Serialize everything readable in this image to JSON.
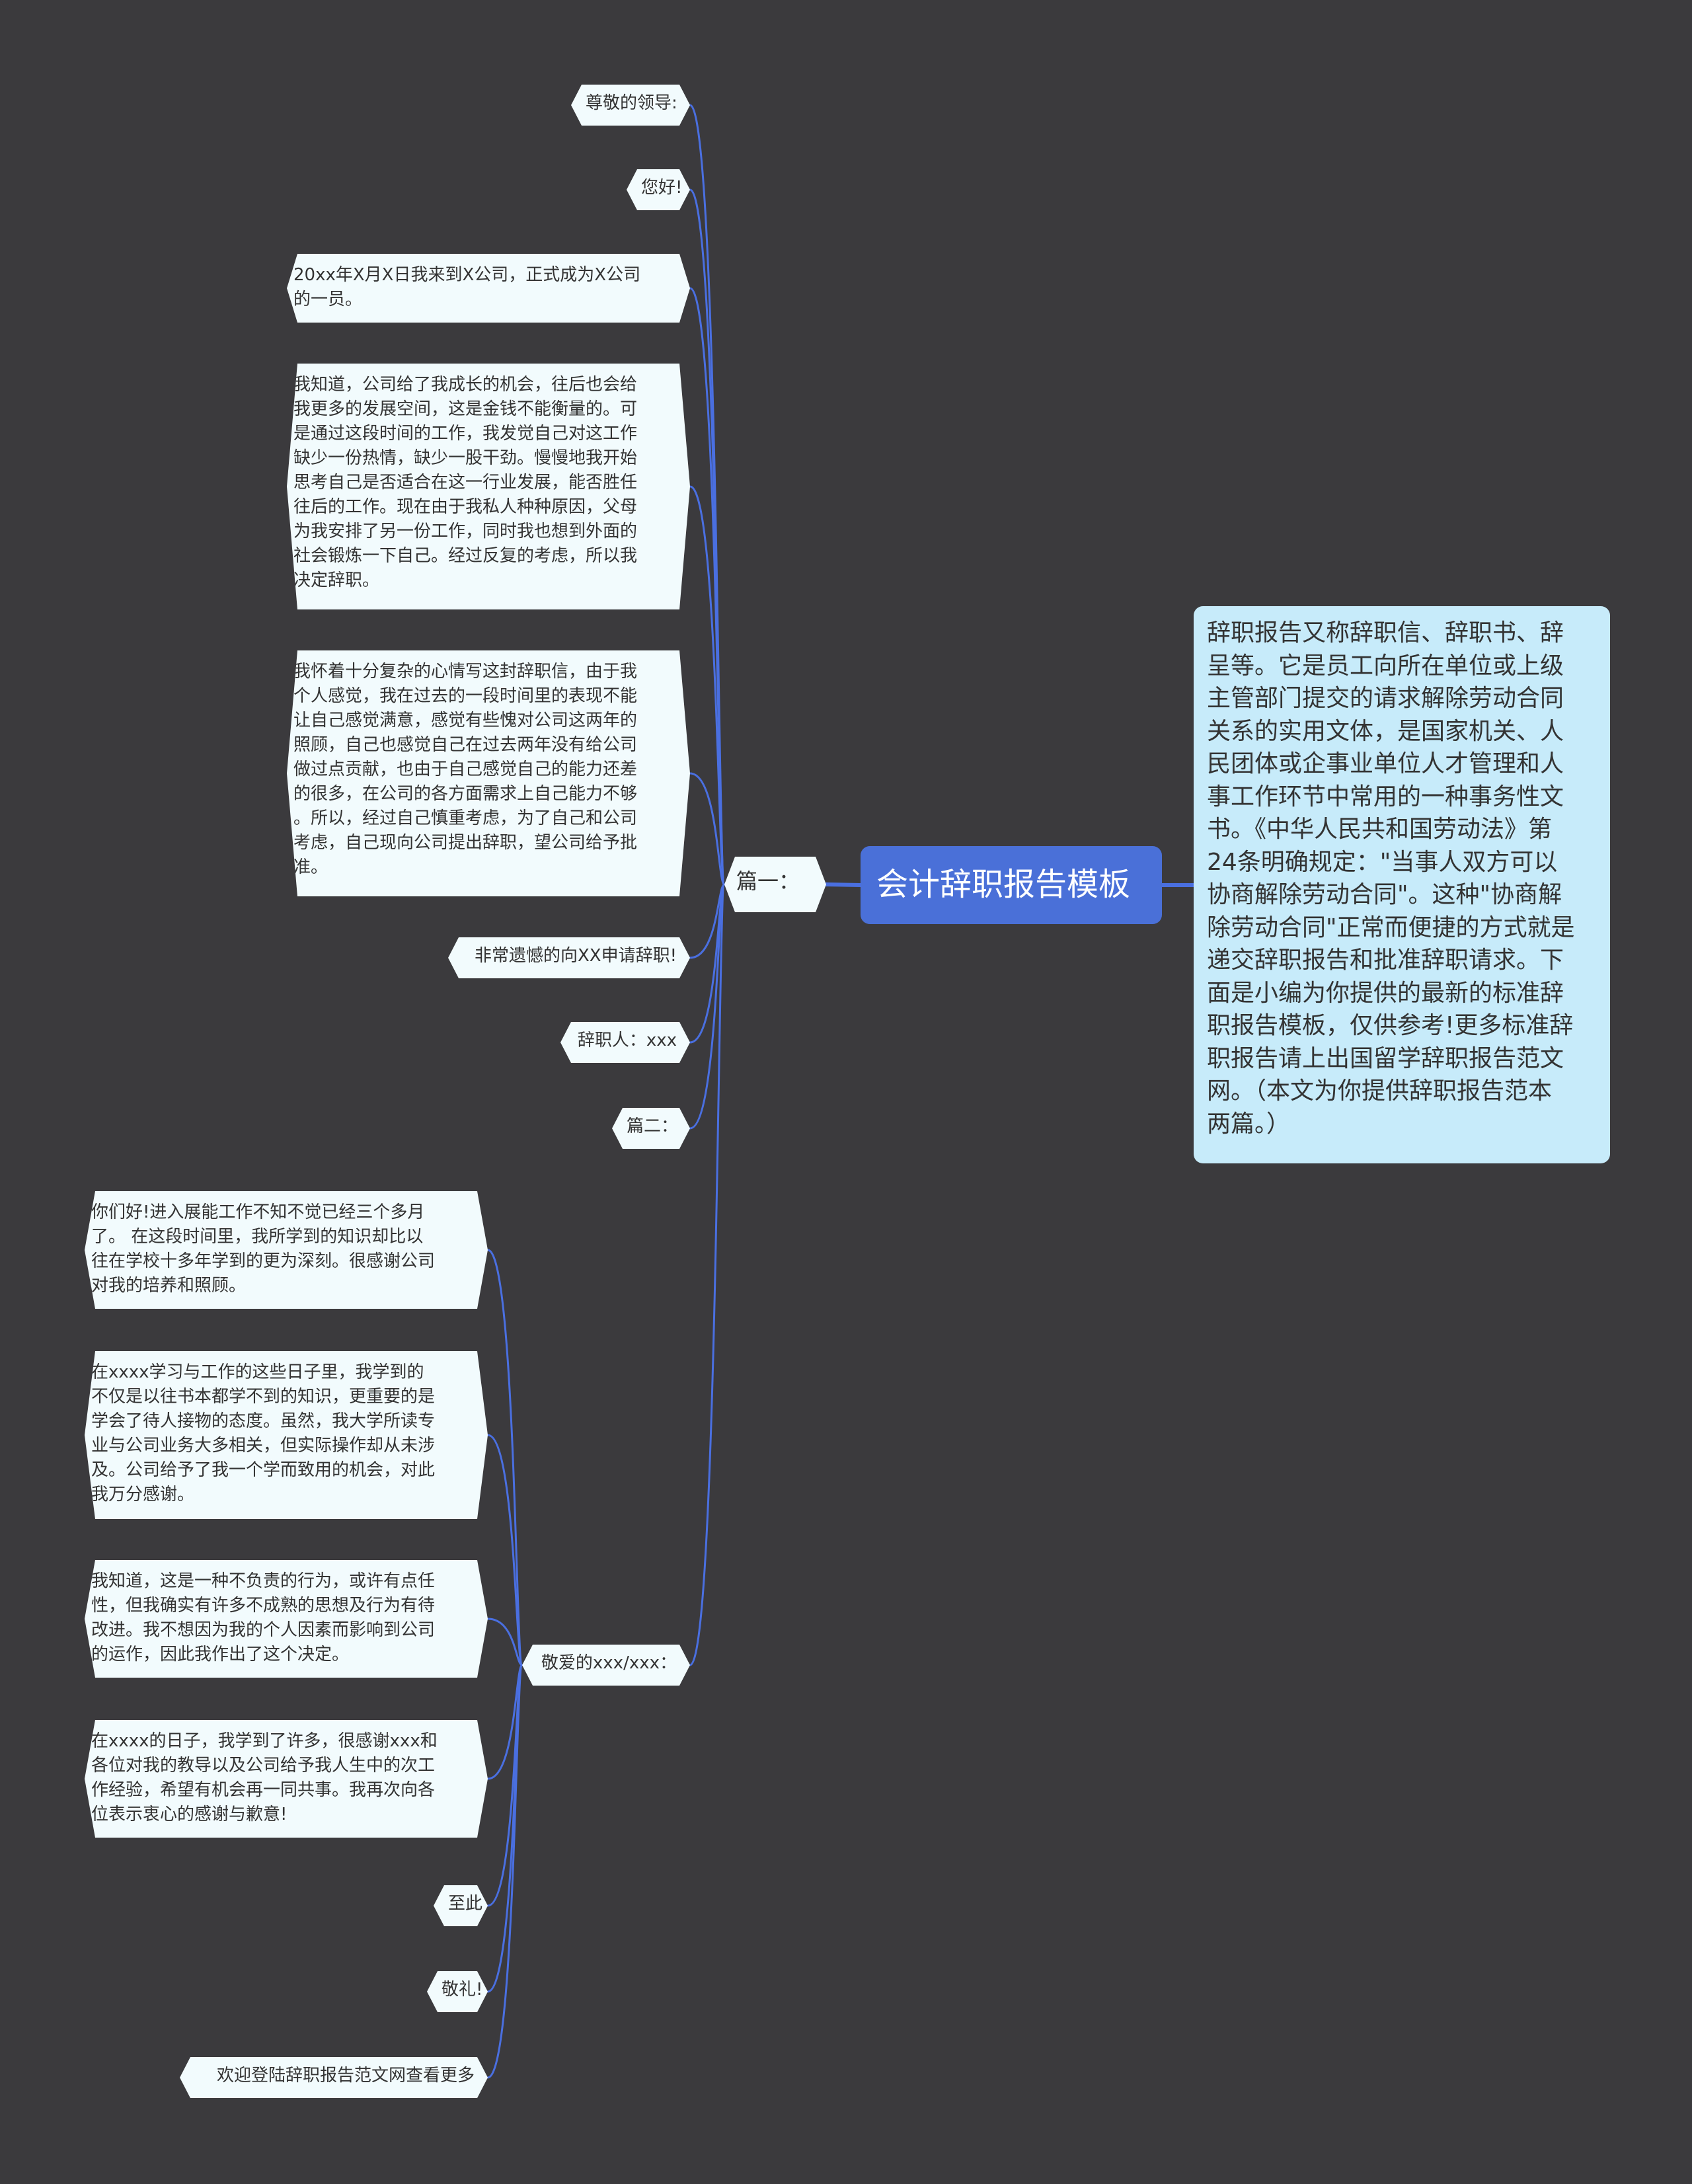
{
  "colors": {
    "background": "#3b3a3d",
    "center": "#4a70d8",
    "summary": "#c7ebfa",
    "node": "#f2fbfd",
    "line": "#4a6fe0"
  },
  "root": {
    "title": "会计辞职报告模板"
  },
  "summary": {
    "lines": [
      "辞职报告又称辞职信、辞职书、辞",
      "呈等。它是员工向所在单位或上级",
      "主管部门提交的请求解除劳动合同",
      "关系的实用文体，是国家机关、人",
      "民团体或企事业单位人才管理和人",
      "事工作环节中常用的一种事务性文",
      "书。《中华人民共和国劳动法》第",
      "24条明确规定：\"当事人双方可以",
      "协商解除劳动合同\"。这种\"协商解",
      "除劳动合同\"正常而便捷的方式就是",
      "递交辞职报告和批准辞职请求。下",
      "面是小编为你提供的最新的标准辞",
      "职报告模板，仅供参考!更多标准辞",
      "职报告请上出国留学辞职报告范文",
      "网。（本文为你提供辞职报告范本",
      "两篇。）"
    ]
  },
  "branch": {
    "label": "篇一：",
    "children": [
      {
        "lines": [
          "尊敬的领导:"
        ]
      },
      {
        "lines": [
          "您好!"
        ]
      },
      {
        "lines": [
          "20xx年X月X日我来到X公司，正式成为X公司",
          "的一员。"
        ]
      },
      {
        "lines": [
          "我知道，公司给了我成长的机会，往后也会给",
          "我更多的发展空间，这是金钱不能衡量的。可",
          "是通过这段时间的工作，我发觉自己对这工作",
          "缺少一份热情，缺少一股干劲。慢慢地我开始",
          "思考自己是否适合在这一行业发展，能否胜任",
          "往后的工作。现在由于我私人种种原因，父母",
          "为我安排了另一份工作，同时我也想到外面的",
          "社会锻炼一下自己。经过反复的考虑，所以我",
          "决定辞职。"
        ]
      },
      {
        "lines": [
          "我怀着十分复杂的心情写这封辞职信，由于我",
          "个人感觉，我在过去的一段时间里的表现不能",
          "让自己感觉满意，感觉有些愧对公司这两年的",
          "照顾，自己也感觉自己在过去两年没有给公司",
          "做过点贡献，也由于自己感觉自己的能力还差",
          "的很多，在公司的各方面需求上自己能力不够",
          "。所以，经过自己慎重考虑，为了自己和公司",
          "考虑，自己现向公司提出辞职，望公司给予批",
          "准。"
        ]
      },
      {
        "lines": [
          "非常遗憾的向XX申请辞职!"
        ]
      },
      {
        "lines": [
          "辞职人：xxx"
        ]
      },
      {
        "lines": [
          "篇二："
        ]
      },
      {
        "lines": [
          "敬爱的xxx/xxx："
        ],
        "children": [
          {
            "lines": [
              "你们好!进入展能工作不知不觉已经三个多月",
              "了。 在这段时间里，我所学到的知识却比以",
              "往在学校十多年学到的更为深刻。很感谢公司",
              "对我的培养和照顾。"
            ]
          },
          {
            "lines": [
              "在xxxx学习与工作的这些日子里，我学到的",
              "不仅是以往书本都学不到的知识，更重要的是",
              "学会了待人接物的态度。虽然，我大学所读专",
              "业与公司业务大多相关，但实际操作却从未涉",
              "及。公司给予了我一个学而致用的机会，对此",
              "我万分感谢。"
            ]
          },
          {
            "lines": [
              "我知道，这是一种不负责的行为，或许有点任",
              "性，但我确实有许多不成熟的思想及行为有待",
              "改进。我不想因为我的个人因素而影响到公司",
              "的运作，因此我作出了这个决定。"
            ]
          },
          {
            "lines": [
              "在xxxx的日子，我学到了许多，很感谢xxx和",
              "各位对我的教导以及公司给予我人生中的次工",
              "作经验，希望有机会再一同共事。我再次向各",
              "位表示衷心的感谢与歉意!"
            ]
          },
          {
            "lines": [
              "至此"
            ]
          },
          {
            "lines": [
              "敬礼!"
            ]
          },
          {
            "lines": [
              "欢迎登陆辞职报告范文网查看更多"
            ]
          }
        ]
      }
    ]
  }
}
